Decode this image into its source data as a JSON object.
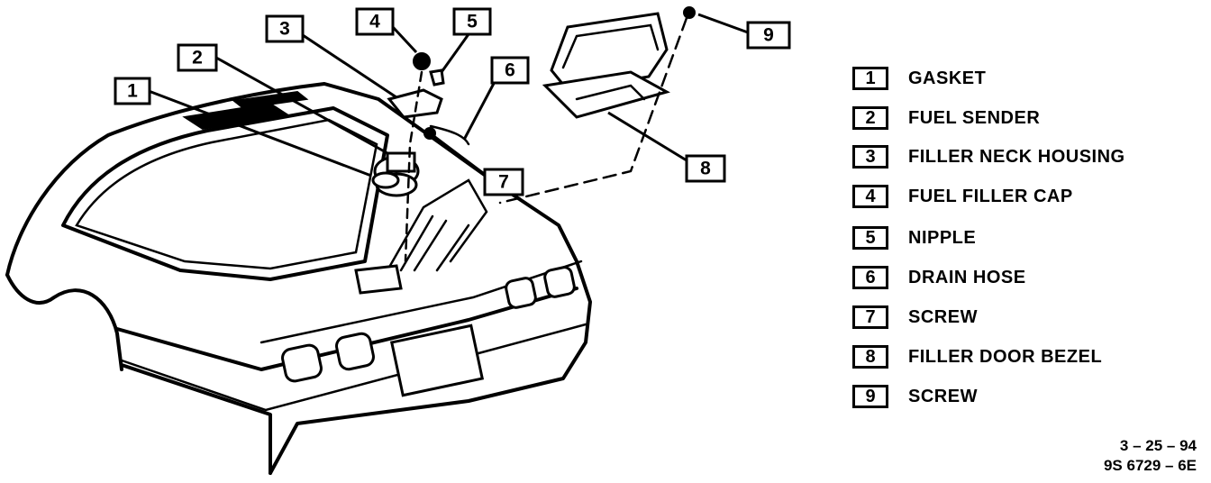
{
  "figure": {
    "callouts": [
      {
        "number": "1"
      },
      {
        "number": "2"
      },
      {
        "number": "3"
      },
      {
        "number": "4"
      },
      {
        "number": "5"
      },
      {
        "number": "6"
      },
      {
        "number": "7"
      },
      {
        "number": "8"
      },
      {
        "number": "9"
      }
    ]
  },
  "legend": {
    "items": [
      {
        "number": "1",
        "label": "GASKET"
      },
      {
        "number": "2",
        "label": "FUEL SENDER"
      },
      {
        "number": "3",
        "label": "FILLER NECK HOUSING"
      },
      {
        "number": "4",
        "label": "FUEL FILLER CAP"
      },
      {
        "number": "5",
        "label": "NIPPLE"
      },
      {
        "number": "6",
        "label": "DRAIN HOSE"
      },
      {
        "number": "7",
        "label": "SCREW"
      },
      {
        "number": "8",
        "label": "FILLER DOOR BEZEL"
      },
      {
        "number": "9",
        "label": "SCREW"
      }
    ]
  },
  "doc_ref": {
    "date": "3 – 25 – 94",
    "code": "9S 6729 – 6E"
  }
}
